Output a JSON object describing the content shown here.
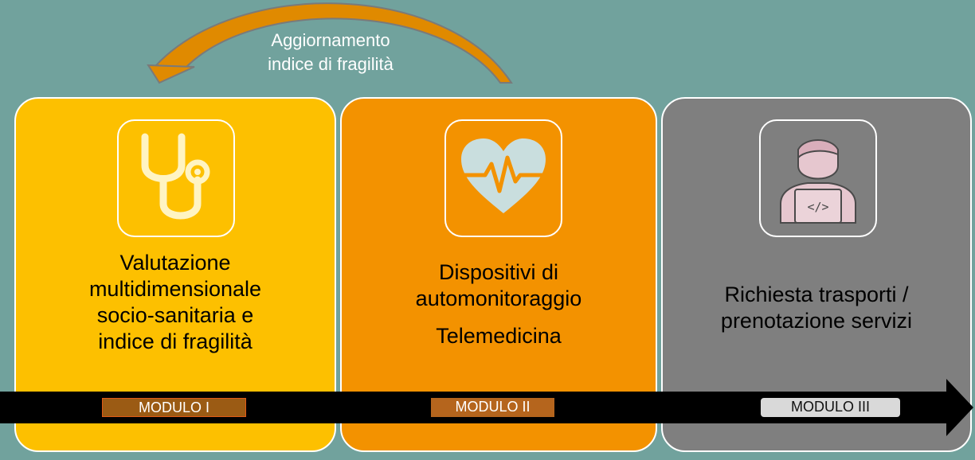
{
  "update_label": [
    "Aggiornamento",
    "indice di fragilità"
  ],
  "cards": [
    {
      "lines": [
        "Valutazione",
        "multidimensionale",
        "socio-sanitaria e",
        "indice di fragilità"
      ],
      "icon": "stethoscope-icon",
      "module": "MODULO I",
      "color": "#fdc000"
    },
    {
      "lines": [
        "Dispositivi di",
        "automonitoraggio"
      ],
      "extra_line": "Telemedicina",
      "icon": "heart-pulse-icon",
      "module": "MODULO II",
      "color": "#f39200"
    },
    {
      "lines": [
        "Richiesta trasporti /",
        "prenotazione servizi"
      ],
      "icon": "developer-laptop-icon",
      "module": "MODULO III",
      "color": "#7f7f7f"
    }
  ]
}
